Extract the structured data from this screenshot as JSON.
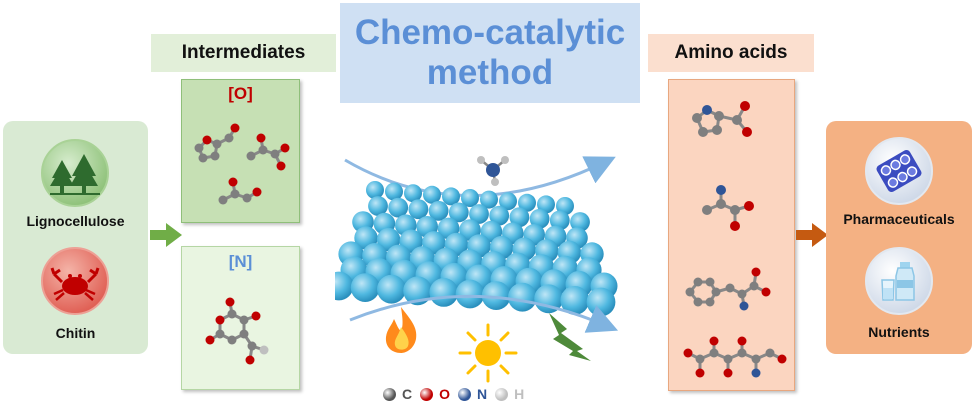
{
  "center": {
    "title_line1": "Chemo-catalytic",
    "title_line2": "method",
    "title_color": "#5b8fd6",
    "title_bg": "#cfe0f3"
  },
  "intermediates": {
    "header": "Intermediates",
    "oxygen_label": "[O]",
    "nitrogen_label": "[N]",
    "header_bg": "#e2efd9",
    "box_o_bg": "#c6e0b4",
    "box_n_bg": "#e9f5e1"
  },
  "feedstock": {
    "item1": "Lignocellulose",
    "item2": "Chitin",
    "bg": "#d9ead3",
    "icons": [
      "forest-icon",
      "crab-icon"
    ]
  },
  "amino_acids": {
    "header": "Amino acids",
    "header_bg": "#fbdfcf",
    "box_bg": "#fbd5c0"
  },
  "products": {
    "item1": "Pharmaceuticals",
    "item2": "Nutrients",
    "bg": "#f4b183",
    "icons": [
      "pills-icon",
      "milk-bottle-icon"
    ]
  },
  "conditions": {
    "icons": [
      "flame-icon",
      "sun-icon",
      "lightning-icon"
    ]
  },
  "legend": [
    {
      "symbol": "C",
      "color": "#555555"
    },
    {
      "symbol": "O",
      "color": "#c00000"
    },
    {
      "symbol": "N",
      "color": "#2f5597"
    },
    {
      "symbol": "H",
      "color": "#bfbfbf"
    }
  ],
  "colors": {
    "arrow_green": "#70ad47",
    "arrow_orange": "#c55a11",
    "catalyst_blue": "#4fb8e0"
  }
}
